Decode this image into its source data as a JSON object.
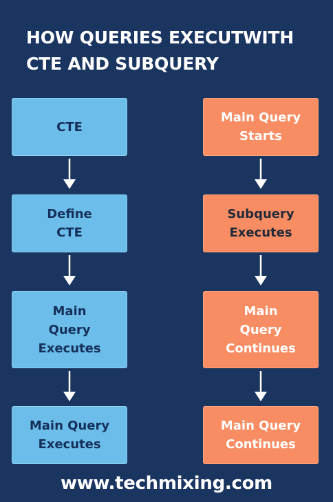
{
  "header": {
    "title_line1": "HOW QUERIES EXECUTWITH",
    "title_line2": "CTE AND SUBQUERY"
  },
  "cte_column": {
    "steps": [
      {
        "label": "CTE"
      },
      {
        "label": "Define\nCTE"
      },
      {
        "label": "Main\nQuery\nExecutes"
      },
      {
        "label": "Main Query\nExecutes"
      }
    ]
  },
  "subquery_column": {
    "steps": [
      {
        "label": "Main Query\nStarts"
      },
      {
        "label": "Subquery\nExecutes"
      },
      {
        "label": "Main\nQuery\nContinues"
      },
      {
        "label": "Main Query\nContinues"
      }
    ]
  },
  "footer": {
    "website": "www.techmixing.com"
  },
  "colors": {
    "background": "#1a3560",
    "cte_box": "#6cbde9",
    "subquery_box": "#f88c62",
    "arrow": "#ffffff"
  }
}
